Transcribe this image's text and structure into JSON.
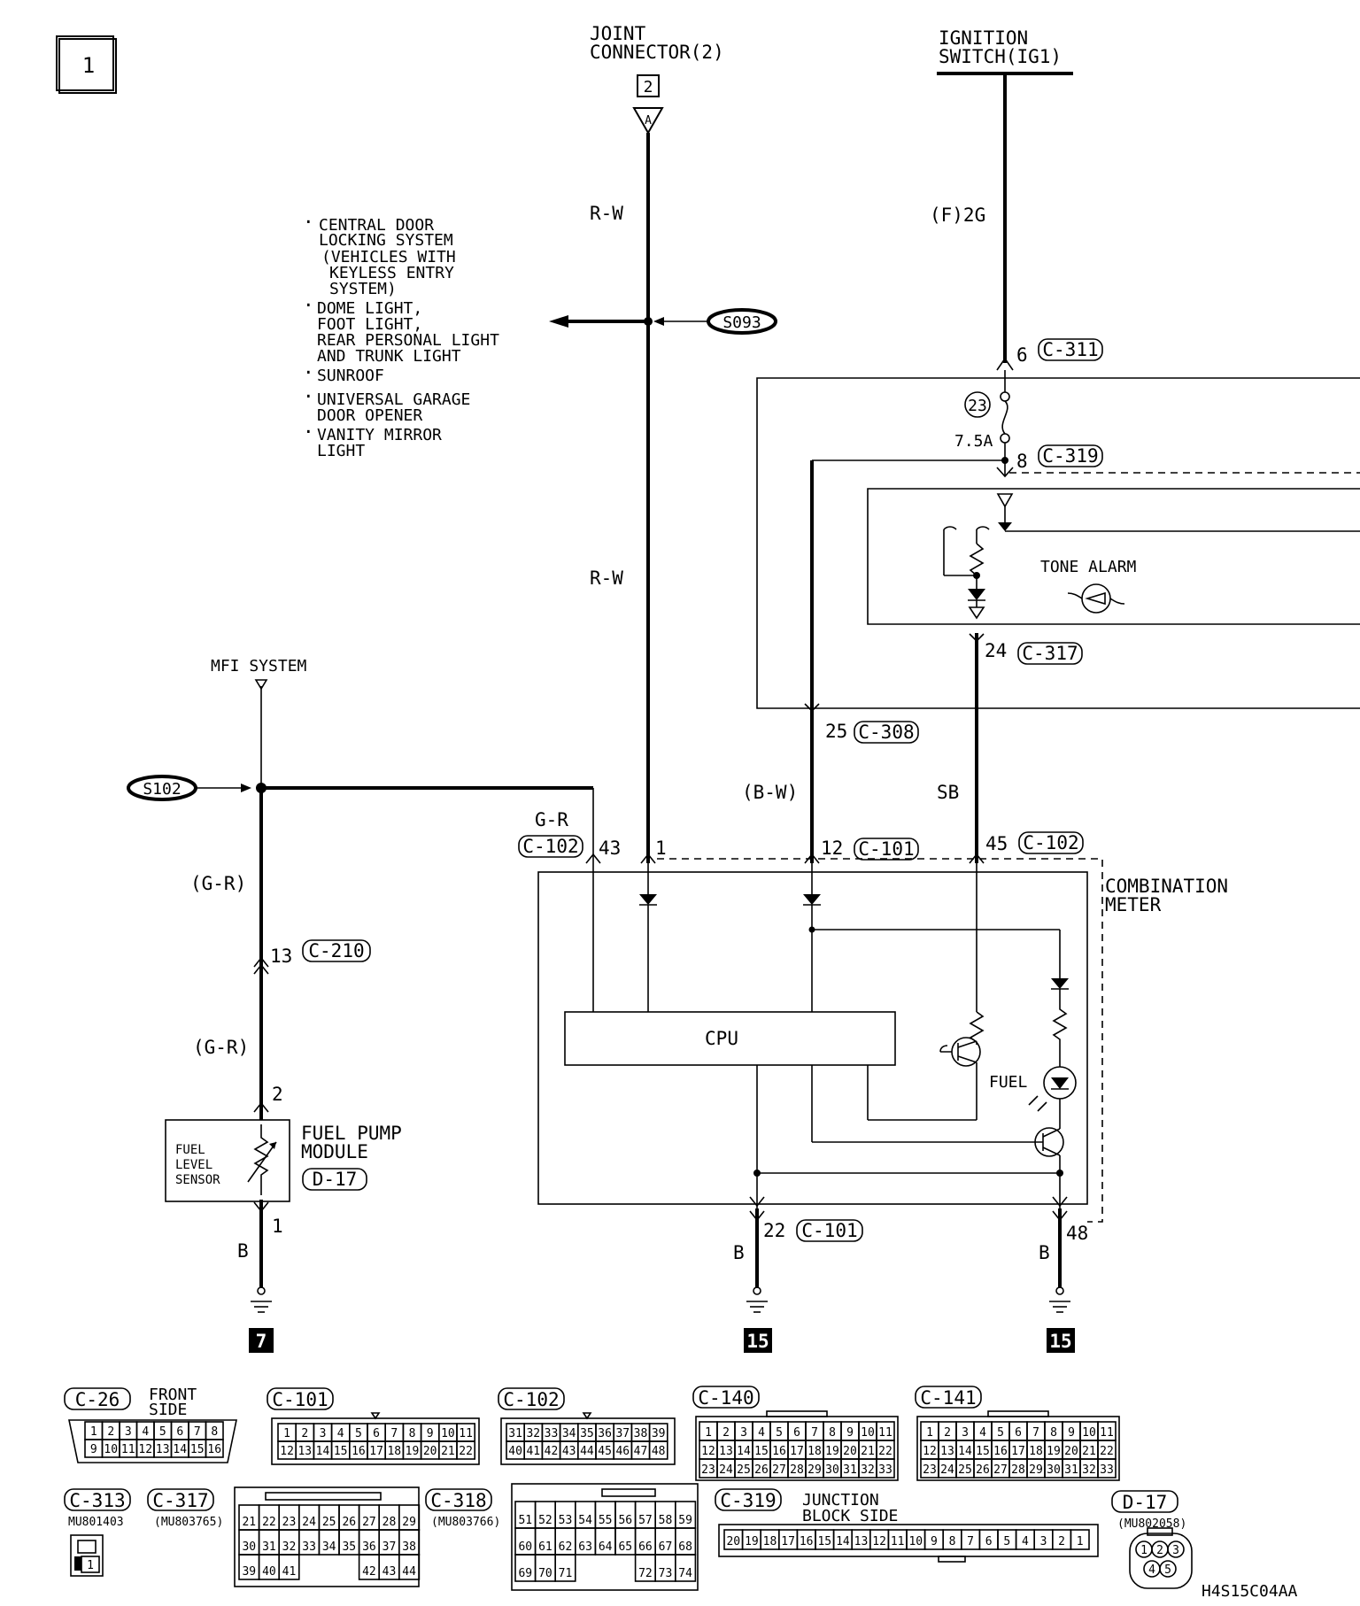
{
  "page_id": "1",
  "diagram_code": "H4S15C04AA",
  "top": {
    "joint_connector": {
      "line1": "JOINT",
      "line2": "CONNECTOR(2)",
      "box": "2",
      "terminal": "A"
    },
    "ignition_switch": {
      "line1": "IGNITION",
      "line2": "SWITCH(IG1)"
    }
  },
  "branch_list": [
    [
      "CENTRAL DOOR",
      "LOCKING SYSTEM",
      "(VEHICLES WITH",
      "KEYLESS ENTRY",
      "SYSTEM)"
    ],
    [
      "DOME LIGHT,",
      "FOOT LIGHT,",
      "REAR PERSONAL LIGHT",
      "AND TRUNK LIGHT"
    ],
    [
      "SUNROOF"
    ],
    [
      "UNIVERSAL GARAGE",
      "DOOR OPENER"
    ],
    [
      "VANITY MIRROR",
      "LIGHT"
    ]
  ],
  "splices": {
    "s093": "S093",
    "s102": "S102"
  },
  "wire_colors": {
    "rw_upper": "R-W",
    "rw_lower": "R-W",
    "f2g": "(F)2G",
    "gr_top": "G-R",
    "gr_mid": "(G-R)",
    "gr_low": "(G-R)",
    "bw": "(B-W)",
    "sb": "SB",
    "b_left": "B",
    "b_mid": "B",
    "b_right": "B"
  },
  "pins": {
    "c311": {
      "pin": "6",
      "conn": "C-311"
    },
    "c319": {
      "pin": "8",
      "conn": "C-319"
    },
    "c317": {
      "pin": "24",
      "conn": "C-317"
    },
    "c308": {
      "pin": "25",
      "conn": "C-308"
    },
    "c102a": {
      "pin": "43",
      "conn": "C-102"
    },
    "pin1": {
      "pin": "1"
    },
    "c101a": {
      "pin": "12",
      "conn": "C-101"
    },
    "c102b": {
      "pin": "45",
      "conn": "C-102"
    },
    "c210": {
      "pin": "13",
      "conn": "C-210"
    },
    "d17a": {
      "pin": "2"
    },
    "d17b": {
      "pin": "1"
    },
    "c101b": {
      "pin": "22",
      "conn": "C-101"
    },
    "pin48": {
      "pin": "48"
    }
  },
  "fuse": {
    "number": "23",
    "rating": "7.5A"
  },
  "components": {
    "tone_alarm": "TONE ALARM",
    "mfi": "MFI SYSTEM",
    "cpu": "CPU",
    "fuel": "FUEL",
    "combination_meter": [
      "COMBINATION",
      "METER"
    ],
    "fuel_pump": [
      "FUEL PUMP",
      "MODULE"
    ],
    "fuel_pump_conn": "D-17",
    "fuel_level_sensor": [
      "FUEL",
      "LEVEL",
      "SENSOR"
    ]
  },
  "grounds": {
    "left": "7",
    "mid": "15",
    "right": "15"
  },
  "connectors": {
    "c26": {
      "label": "C-26",
      "side": [
        "FRONT",
        "SIDE"
      ],
      "rows": [
        [
          "1",
          "2",
          "3",
          "4",
          "5",
          "6",
          "7",
          "8"
        ],
        [
          "9",
          "10",
          "11",
          "12",
          "13",
          "14",
          "15",
          "16"
        ]
      ]
    },
    "c101": {
      "label": "C-101",
      "rows": [
        [
          "1",
          "2",
          "3",
          "4",
          "5",
          "6",
          "7",
          "8",
          "9",
          "10",
          "11"
        ],
        [
          "12",
          "13",
          "14",
          "15",
          "16",
          "17",
          "18",
          "19",
          "20",
          "21",
          "22"
        ]
      ]
    },
    "c102": {
      "label": "C-102",
      "rows": [
        [
          "31",
          "32",
          "33",
          "34",
          "35",
          "36",
          "37",
          "38",
          "39"
        ],
        [
          "40",
          "41",
          "42",
          "43",
          "44",
          "45",
          "46",
          "47",
          "48"
        ]
      ]
    },
    "c140": {
      "label": "C-140",
      "rows": [
        [
          "1",
          "2",
          "3",
          "4",
          "5",
          "6",
          "7",
          "8",
          "9",
          "10",
          "11"
        ],
        [
          "12",
          "13",
          "14",
          "15",
          "16",
          "17",
          "18",
          "19",
          "20",
          "21",
          "22"
        ],
        [
          "23",
          "24",
          "25",
          "26",
          "27",
          "28",
          "29",
          "30",
          "31",
          "32",
          "33"
        ]
      ]
    },
    "c141": {
      "label": "C-141",
      "rows": [
        [
          "1",
          "2",
          "3",
          "4",
          "5",
          "6",
          "7",
          "8",
          "9",
          "10",
          "11"
        ],
        [
          "12",
          "13",
          "14",
          "15",
          "16",
          "17",
          "18",
          "19",
          "20",
          "21",
          "22"
        ],
        [
          "23",
          "24",
          "25",
          "26",
          "27",
          "28",
          "29",
          "30",
          "31",
          "32",
          "33"
        ]
      ]
    },
    "c313": {
      "label": "C-313",
      "part": "MU801403",
      "pins": [
        "1"
      ]
    },
    "c317": {
      "label": "C-317",
      "part": "(MU803765)",
      "rows": [
        [
          "21",
          "22",
          "23",
          "24",
          "25",
          "26",
          "27",
          "28",
          "29"
        ],
        [
          "30",
          "31",
          "32",
          "33",
          "34",
          "35",
          "36",
          "37",
          "38"
        ],
        [
          "39",
          "40",
          "41",
          "",
          "",
          "",
          "42",
          "43",
          "44"
        ]
      ]
    },
    "c318": {
      "label": "C-318",
      "part": "(MU803766)",
      "rows": [
        [
          "51",
          "52",
          "53",
          "54",
          "55",
          "56",
          "57",
          "58",
          "59"
        ],
        [
          "60",
          "61",
          "62",
          "63",
          "64",
          "65",
          "66",
          "67",
          "68"
        ],
        [
          "69",
          "70",
          "71",
          "",
          "",
          "",
          "72",
          "73",
          "74"
        ]
      ]
    },
    "c319": {
      "label": "C-319",
      "side": [
        "JUNCTION",
        "BLOCK SIDE"
      ],
      "rows": [
        [
          "20",
          "19",
          "18",
          "17",
          "16",
          "15",
          "14",
          "13",
          "12",
          "11",
          "10",
          "9",
          "8",
          "7",
          "6",
          "5",
          "4",
          "3",
          "2",
          "1"
        ]
      ]
    },
    "d17": {
      "label": "D-17",
      "part": "(MU802058)",
      "pins": [
        "1",
        "2",
        "3",
        "4",
        "5"
      ]
    }
  }
}
